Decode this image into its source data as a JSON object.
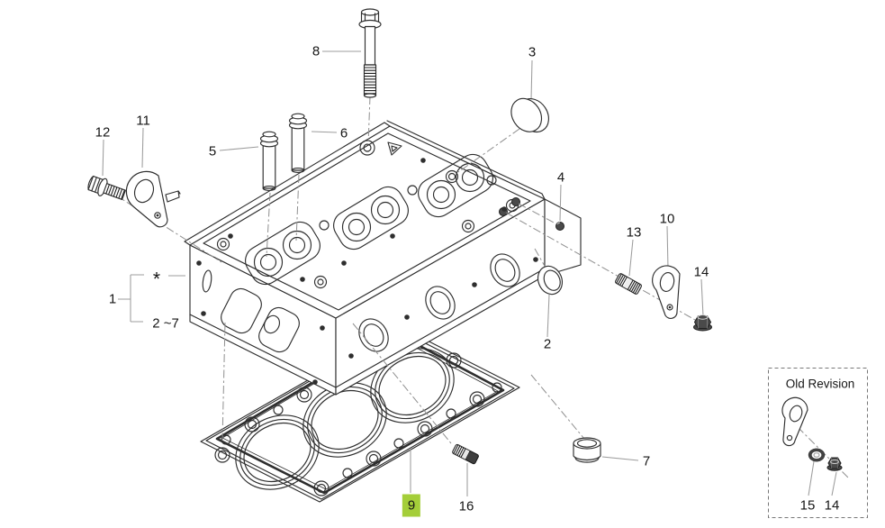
{
  "colors": {
    "highlight": "#a4ce39",
    "line": "#2e2e2e",
    "leader": "#9c9c9c"
  },
  "callouts": [
    {
      "text": "8"
    },
    {
      "text": "3"
    },
    {
      "text": "12"
    },
    {
      "text": "11"
    },
    {
      "text": "5"
    },
    {
      "text": "6"
    },
    {
      "text": "4"
    },
    {
      "text": "13"
    },
    {
      "text": "10"
    },
    {
      "text": "14"
    },
    {
      "text": "2"
    },
    {
      "text": "1"
    },
    {
      "text": "*"
    },
    {
      "text": "2 ~7"
    },
    {
      "text": "9",
      "highlighted": true
    },
    {
      "text": "16"
    },
    {
      "text": "7"
    }
  ],
  "old_revision": {
    "title": "Old Revision",
    "callouts": [
      {
        "text": "15"
      },
      {
        "text": "14"
      }
    ]
  }
}
